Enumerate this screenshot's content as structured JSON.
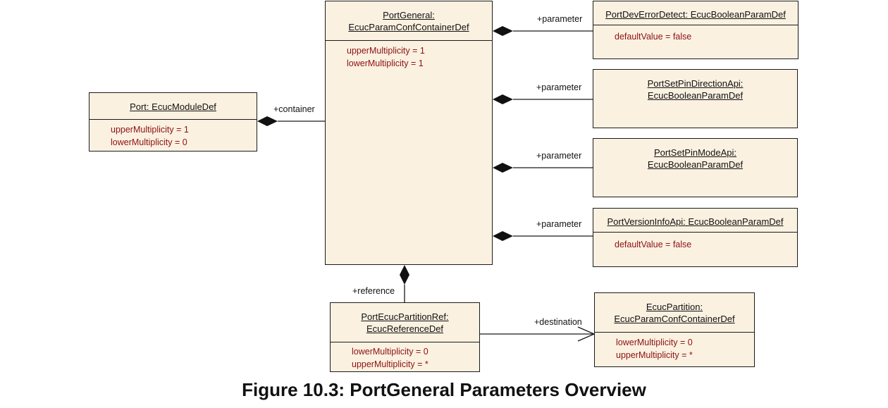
{
  "caption": "Figure 10.3: PortGeneral Parameters Overview",
  "classes": {
    "port": {
      "title_lines": [
        "Port: EcucModuleDef"
      ],
      "attributes": [
        "upperMultiplicity = 1",
        "lowerMultiplicity = 0"
      ]
    },
    "port_general": {
      "title_lines": [
        "PortGeneral:",
        "EcucParamConfContainerDef"
      ],
      "attributes": [
        "upperMultiplicity = 1",
        "lowerMultiplicity = 1"
      ]
    },
    "port_dev_error_detect": {
      "title_lines": [
        "PortDevErrorDetect: EcucBooleanParamDef"
      ],
      "attributes": [
        "defaultValue = false"
      ]
    },
    "port_set_pin_direction_api": {
      "title_lines": [
        "PortSetPinDirectionApi:",
        "EcucBooleanParamDef"
      ],
      "attributes": []
    },
    "port_set_pin_mode_api": {
      "title_lines": [
        "PortSetPinModeApi:",
        "EcucBooleanParamDef"
      ],
      "attributes": []
    },
    "port_version_info_api": {
      "title_lines": [
        "PortVersionInfoApi: EcucBooleanParamDef"
      ],
      "attributes": [
        "defaultValue = false"
      ]
    },
    "port_ecuc_partition_ref": {
      "title_lines": [
        "PortEcucPartitionRef:",
        "EcucReferenceDef"
      ],
      "attributes": [
        "lowerMultiplicity = 0",
        "upperMultiplicity = *"
      ]
    },
    "ecuc_partition": {
      "title_lines": [
        "EcucPartition:",
        "EcucParamConfContainerDef"
      ],
      "attributes": [
        "lowerMultiplicity = 0",
        "upperMultiplicity = *"
      ]
    }
  },
  "roles": {
    "container": "+container",
    "parameter": "+parameter",
    "reference": "+reference",
    "destination": "+destination"
  },
  "colors": {
    "box_fill": "#fbf1e1",
    "attribute_text": "#8b1212",
    "line": "#1a1a1a"
  }
}
